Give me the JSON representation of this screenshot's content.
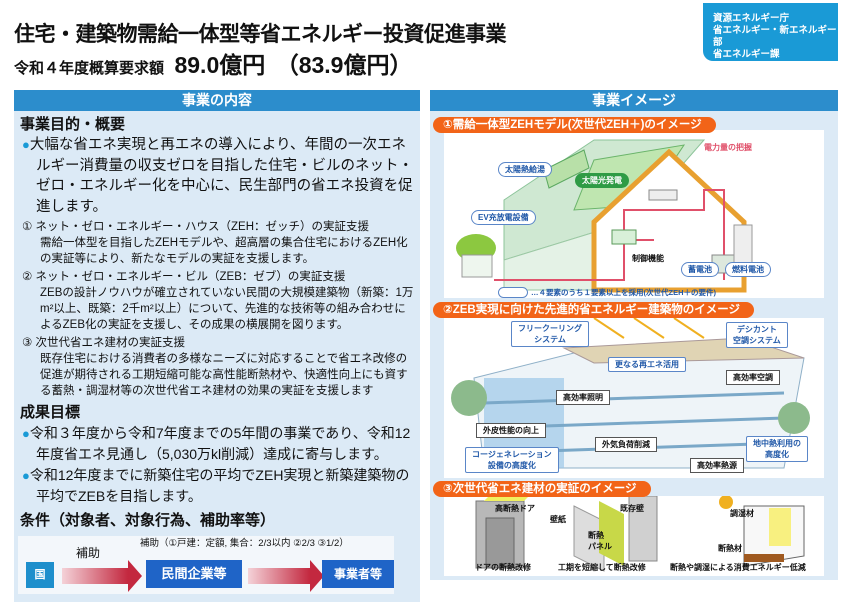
{
  "header": {
    "title": "住宅・建築物需給一体型等省エネルギー投資促進事業",
    "budget_label": "令和４年度概算要求額",
    "budget_amount": "89.0億円",
    "budget_prev": "（83.9億円）"
  },
  "agency": [
    "資源エネルギー庁",
    "省エネルギー・新エネルギー部",
    "省エネルギー課"
  ],
  "left": {
    "title": "事業の内容",
    "purpose_heading": "事業目的・概要",
    "purpose_text": "大幅な省エネ実現と再エネの導入により、年間の一次エネルギー消費量の収支ゼロを目指した住宅・ビルのネット・ゼロ・エネルギー化を中心に、民生部門の省エネ投資を促進します。",
    "items": [
      {
        "title": "① ネット・ゼロ・エネルギー・ハウス（ZEH：ゼッチ）の実証支援",
        "body": "需給一体型を目指したZEHモデルや、超高層の集合住宅におけるZEH化の実証等により、新たなモデルの実証を支援します。"
      },
      {
        "title": "② ネット・ゼロ・エネルギー・ビル（ZEB：ゼブ）の実証支援",
        "body": "ZEBの設計ノウハウが確立されていない民間の大規模建築物（新築：1万m²以上、既築：2千m²以上）について、先進的な技術等の組み合わせによるZEB化の実証を支援し、その成果の横展開を図ります。"
      },
      {
        "title": "③ 次世代省エネ建材の実証支援",
        "body": "既存住宅における消費者の多様なニーズに対応することで省エネ改修の促進が期待される工期短縮可能な高性能断熱材や、快適性向上にも資する蓄熱・調湿材等の次世代省エネ建材の効果の実証を支援します"
      }
    ],
    "goal_heading": "成果目標",
    "goals": [
      "令和３年度から令和7年度までの5年間の事業であり、令和12年度省エネ見通し（5,030万kl削減）達成に寄与します。",
      "令和12年度までに新築住宅の平均でZEH実現と新築建築物の平均でZEBを目指します。"
    ],
    "cond_heading": "条件（対象者、対象行為、補助率等）",
    "flow": {
      "from": "国",
      "arrow1": "補助",
      "mid": "民間企業等",
      "arrow2": "補助（①戸建：定額, 集合：2/3以内 ②2/3 ③1/2）",
      "to": "事業者等"
    }
  },
  "right": {
    "title": "事業イメージ",
    "sec1": {
      "title": "①需給一体型ZEHモデル(次世代ZEH＋)のイメージ",
      "labels": {
        "solar_heat": "太陽熱給湯",
        "pv": "太陽光発電",
        "power": "電力量の把握",
        "ev": "EV充放電設備",
        "control": "制御機能",
        "battery": "蓄電池",
        "fuel": "燃料電池"
      },
      "legend": "…４要素のうち１要素以上を採用(次世代ZEH＋の要件)"
    },
    "sec2": {
      "title": "②ZEB実現に向けた先進的省エネルギー建築物のイメージ",
      "labels": {
        "free": "フリークーリング\nシステム",
        "desiccant": "デシカント\n空調システム",
        "renew": "更なる再エネ活用",
        "hvac": "高効率空調",
        "light": "高効率照明",
        "skin": "外皮性能の向上",
        "outside": "外気負荷削減",
        "geo": "地中熱利用の\n高度化",
        "cogen": "コージェネレーション\n設備の高度化",
        "heat": "高効率熱源"
      }
    },
    "sec3": {
      "title": "③次世代省エネ建材の実証のイメージ",
      "labels": {
        "door": "高断熱ドア",
        "wallpaper": "壁紙",
        "wall": "既存壁",
        "panel": "断熱\nパネル",
        "humid": "調湿材",
        "insul": "断熱材"
      },
      "captions": [
        "ドアの断熱改修",
        "工期を短縮して断熱改修",
        "断熱や調湿による消費エネルギー低減"
      ]
    }
  }
}
